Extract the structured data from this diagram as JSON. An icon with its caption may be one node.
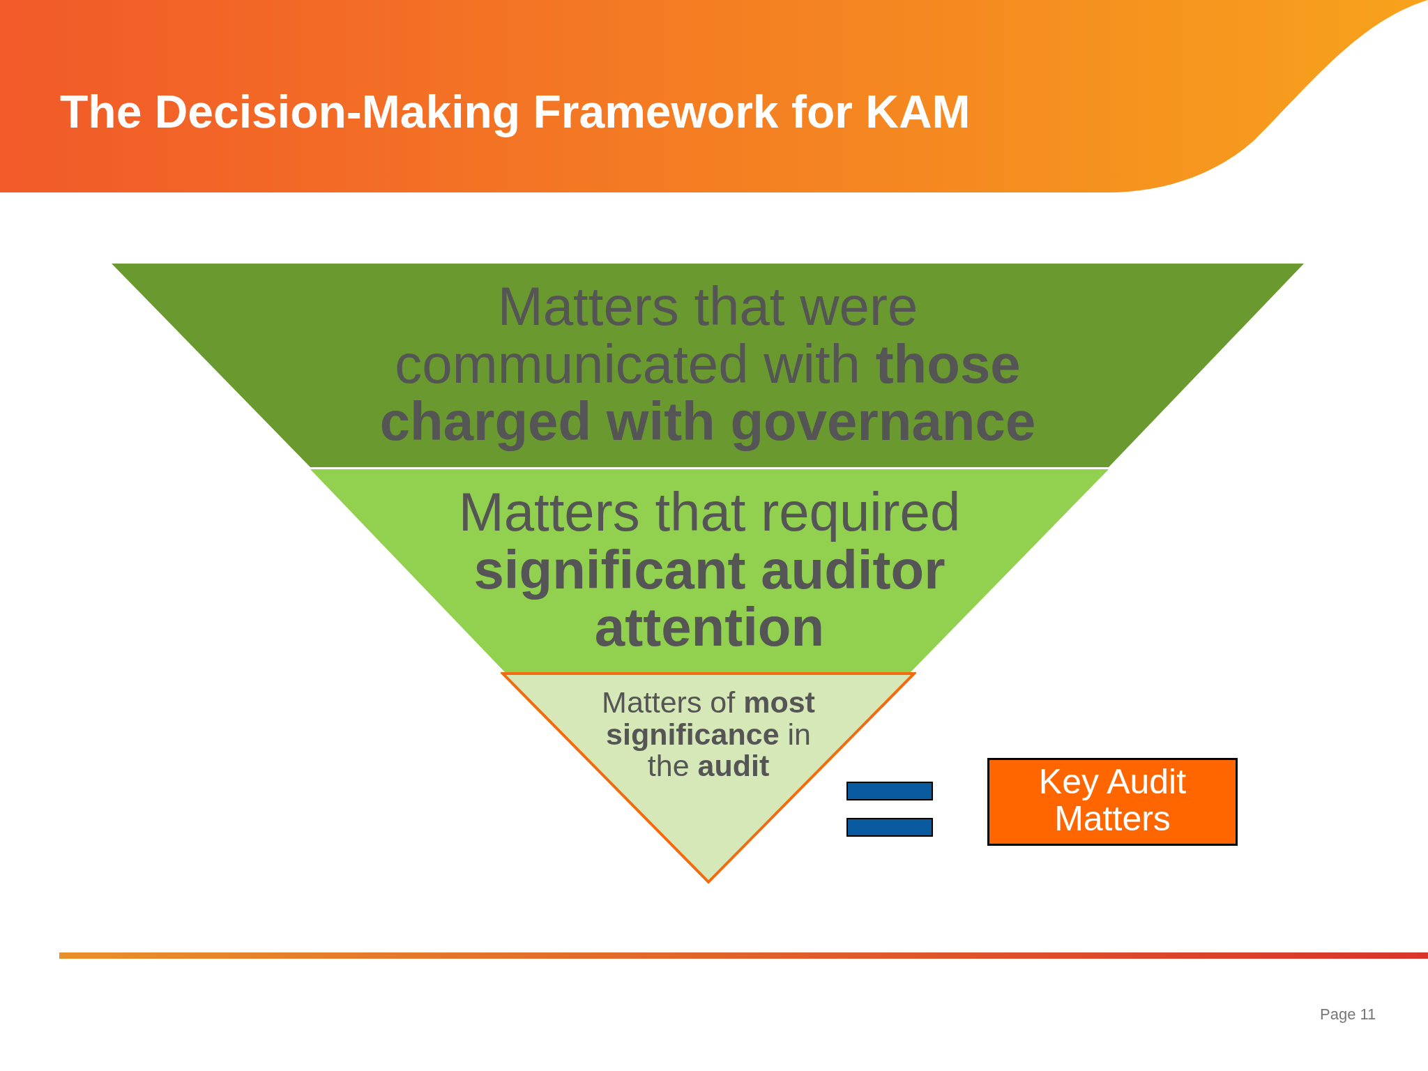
{
  "diagram": {
    "title": "The Decision-Making Framework for KAM",
    "nodes": [
      {
        "text": [
          "Matters that were communicated with **those charged with governance**"
        ]
      },
      {
        "text": [
          "Matters that required **significant auditor attention**"
        ]
      },
      {
        "text": [
          "Matters of **most significance** in the **audit**"
        ]
      },
      {
        "text": [
          "Key Audit Matters"
        ]
      }
    ],
    "edges": [],
    "labels": [
      "Page 11"
    ]
  }
}
